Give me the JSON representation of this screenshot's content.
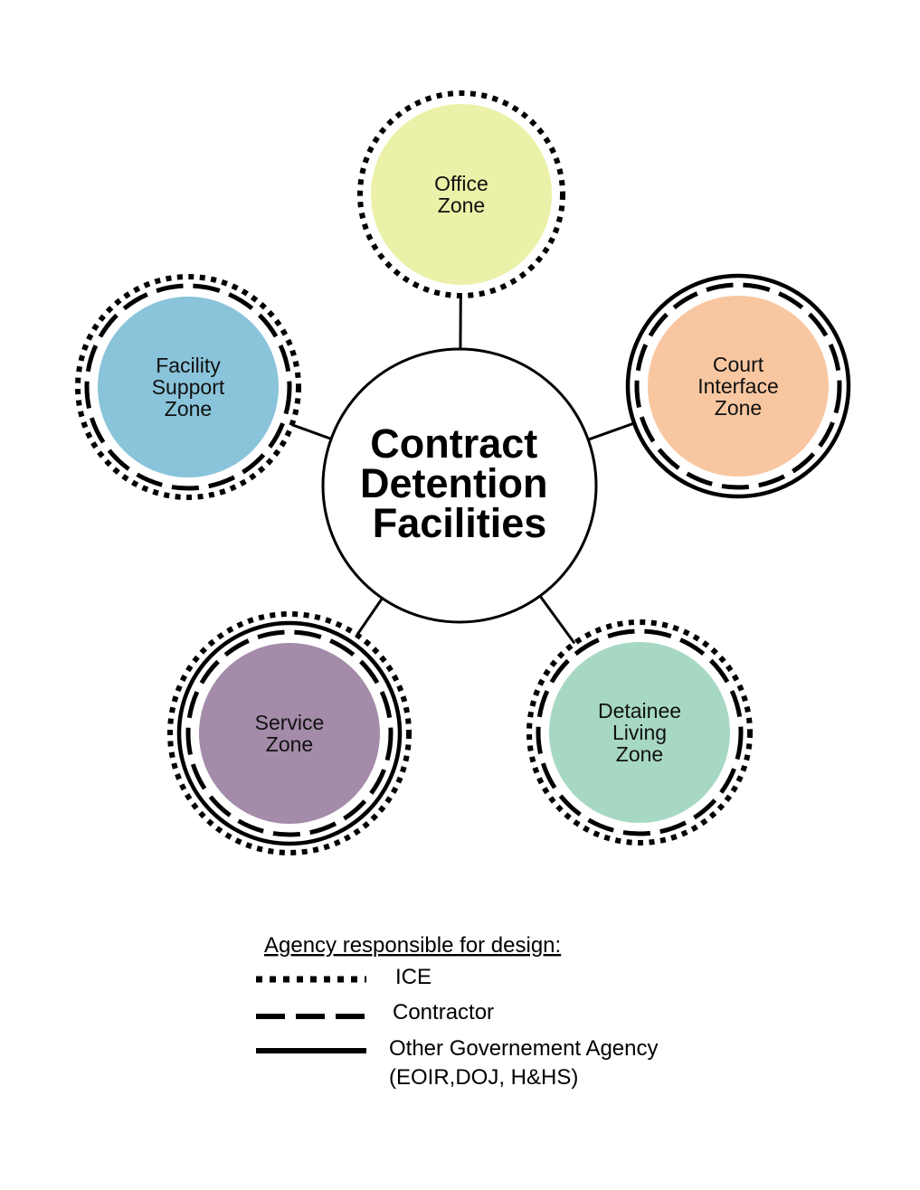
{
  "center": {
    "lines": [
      "Contract",
      "Detention",
      "Facilities"
    ]
  },
  "zones": [
    {
      "id": "office",
      "lines": [
        "Office",
        "Zone"
      ],
      "color": "#ebf1a8",
      "borders": [
        "ice"
      ]
    },
    {
      "id": "court-interface",
      "lines": [
        "Court",
        "Interface",
        "Zone"
      ],
      "color": "#f8c7a1",
      "borders": [
        "other",
        "contractor"
      ]
    },
    {
      "id": "detainee-living",
      "lines": [
        "Detainee",
        "Living",
        "Zone"
      ],
      "color": "#a7d8c4",
      "borders": [
        "ice",
        "contractor"
      ]
    },
    {
      "id": "service",
      "lines": [
        "Service",
        "Zone"
      ],
      "color": "#a48ba9",
      "borders": [
        "ice",
        "other",
        "contractor"
      ]
    },
    {
      "id": "facility-support",
      "lines": [
        "Facility",
        "Support",
        "Zone"
      ],
      "color": "#8ac4da",
      "borders": [
        "ice",
        "contractor"
      ]
    }
  ],
  "legend": {
    "title": "Agency responsible for design:",
    "items": [
      {
        "style": "ice",
        "lines": [
          "ICE"
        ]
      },
      {
        "style": "contractor",
        "lines": [
          "Contractor"
        ]
      },
      {
        "style": "other",
        "lines": [
          "Other Governement Agency",
          "(EOIR,DOJ, H&HS)"
        ]
      }
    ]
  }
}
